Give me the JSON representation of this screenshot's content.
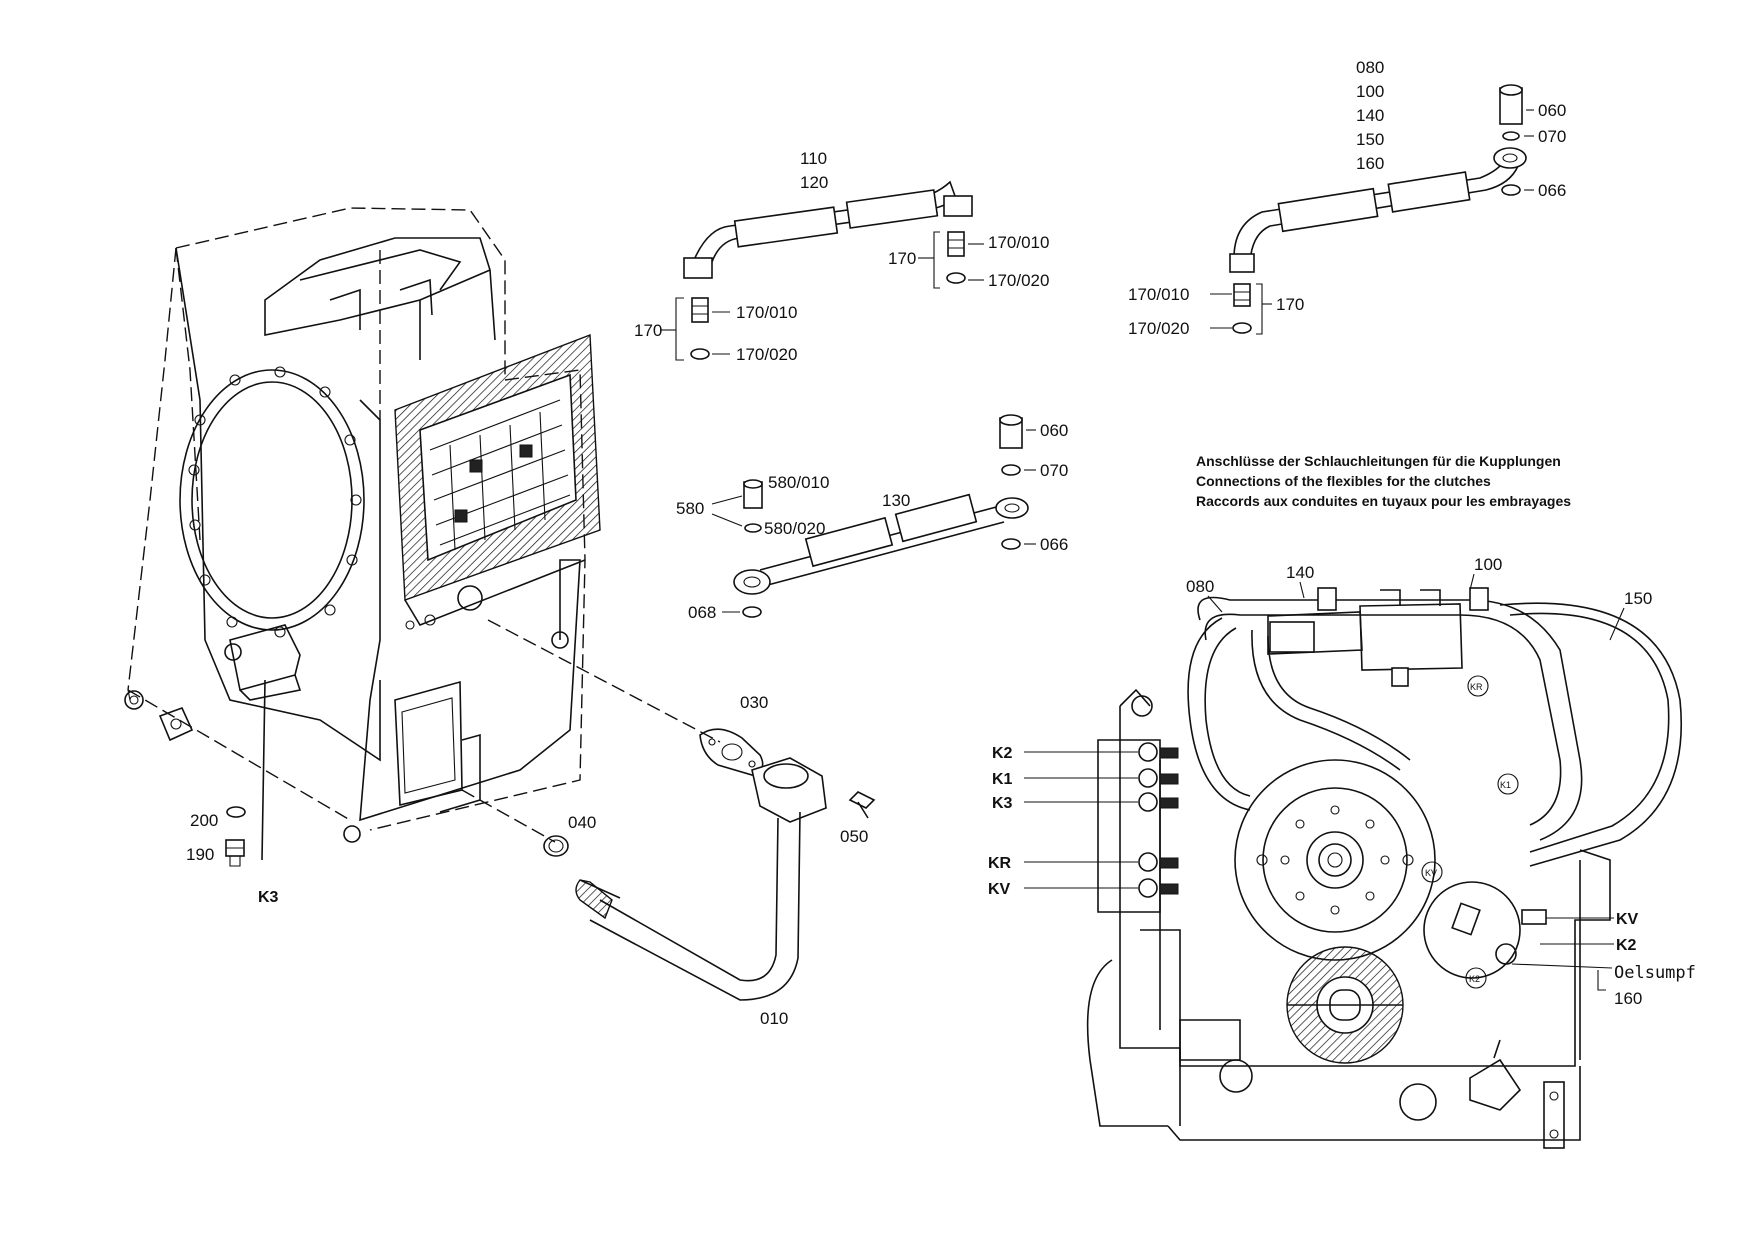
{
  "parts": {
    "p080": "080",
    "p100": "100",
    "p140": "140",
    "p150": "150",
    "p160": "160",
    "p110": "110",
    "p120": "120",
    "p130": "130",
    "p060": "060",
    "p070": "070",
    "p066": "066",
    "p068": "068",
    "p170": "170",
    "p170_010": "170/010",
    "p170_020": "170/020",
    "p580": "580",
    "p580_010": "580/010",
    "p580_020": "580/020",
    "p030": "030",
    "p040": "040",
    "p050": "050",
    "p010": "010",
    "p190": "190",
    "p200": "200"
  },
  "k_labels": {
    "K2": "K2",
    "K1": "K1",
    "K3": "K3",
    "KR": "KR",
    "KV": "KV",
    "kv_small": "KV",
    "kr_small": "KR",
    "k1_small": "K1",
    "k2_small": "K2"
  },
  "note": {
    "de": "Anschlüsse der Schlauchleitungen für die Kupplungen",
    "en": "Connections of the flexibles for the clutches",
    "fr": "Raccords aux conduites en tuyaux pour les embrayages"
  },
  "oelsumpf": "Oelsumpf",
  "dash_char": "—"
}
